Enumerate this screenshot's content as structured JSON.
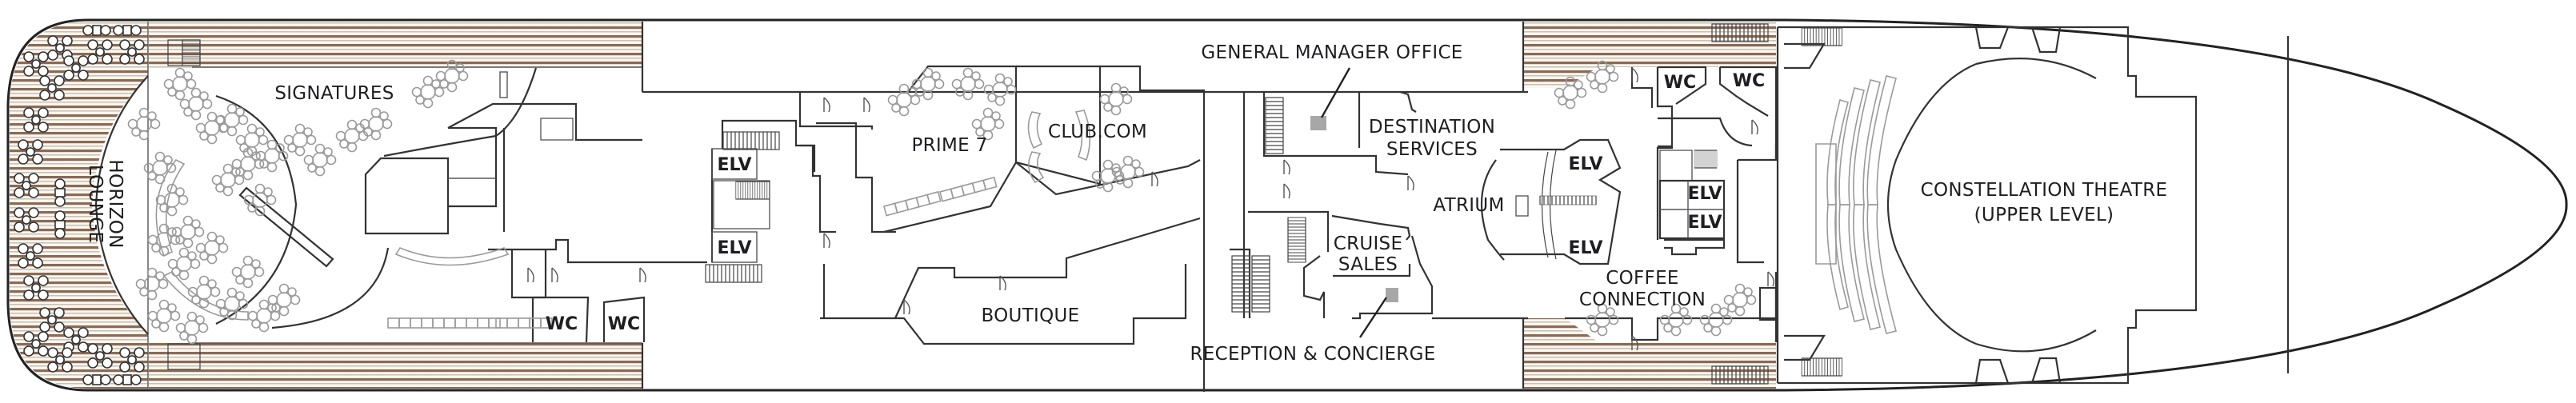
{
  "plan": {
    "venues": {
      "horizon_lounge": [
        "HORIZON",
        "LOUNGE"
      ],
      "signatures": "SIGNATURES",
      "prime7": "PRIME 7",
      "club_com": "CLUB.COM",
      "general_manager_office": "GENERAL MANAGER OFFICE",
      "destination_services": [
        "DESTINATION",
        "SERVICES"
      ],
      "atrium": "ATRIUM",
      "cruise_sales": [
        "CRUISE",
        "SALES"
      ],
      "boutique": "BOUTIQUE",
      "reception_concierge": "RECEPTION & CONCIERGE",
      "coffee_connection": [
        "COFFEE",
        "CONNECTION"
      ],
      "constellation_theatre": [
        "CONSTELLATION THEATRE",
        "(UPPER LEVEL)"
      ]
    },
    "facilities": {
      "elevator": "ELV",
      "restroom": "WC"
    },
    "colors": {
      "deck_stripe": "#8a6a55",
      "deck_line": "#b9b2aa",
      "deck_background": "#fbf6ee",
      "wall": "#333333",
      "furniture": "#9a9a9a",
      "marker": "#a7a7a7",
      "label": "#1d1d22"
    }
  }
}
